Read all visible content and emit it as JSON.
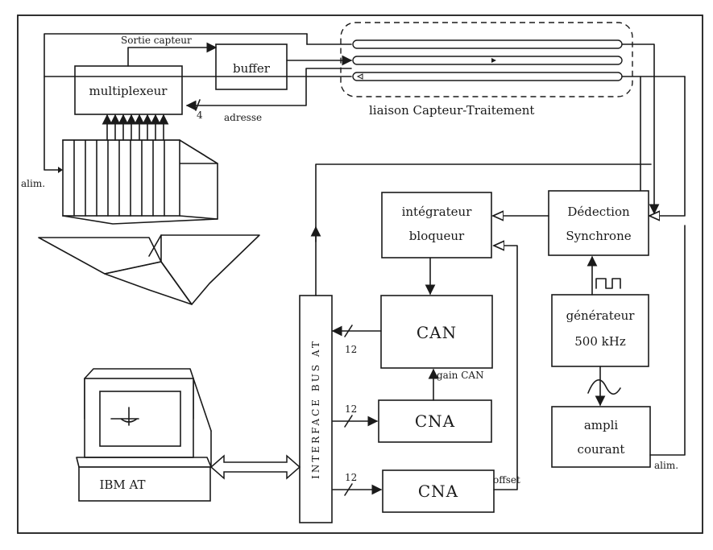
{
  "sensor": {
    "multiplexer": "multiplexeur",
    "buffer": "buffer",
    "sensor_output": "Sortie capteur",
    "address_count": "4",
    "address": "adresse",
    "power_left": "alim.",
    "link_label": "liaison  Capteur-Traitement"
  },
  "processing": {
    "integrator_line1": "intégrateur",
    "integrator_line2": "bloqueur",
    "detection_line1": "Dédection",
    "detection_line2": "Synchrone",
    "generator_line1": "générateur",
    "generator_line2": "500 kHz",
    "ampli_line1": "ampli",
    "ampli_line2": "courant",
    "power_right": "alim.",
    "can": "CAN",
    "cna1": "CNA",
    "cna2": "CNA",
    "gain": "gain CAN",
    "offset": "offset",
    "bits_can": "12",
    "bits_cna1": "12",
    "bits_cna2": "12"
  },
  "interface": {
    "label": "INTERFACE BUS AT"
  },
  "computer": {
    "label": "IBM AT"
  }
}
